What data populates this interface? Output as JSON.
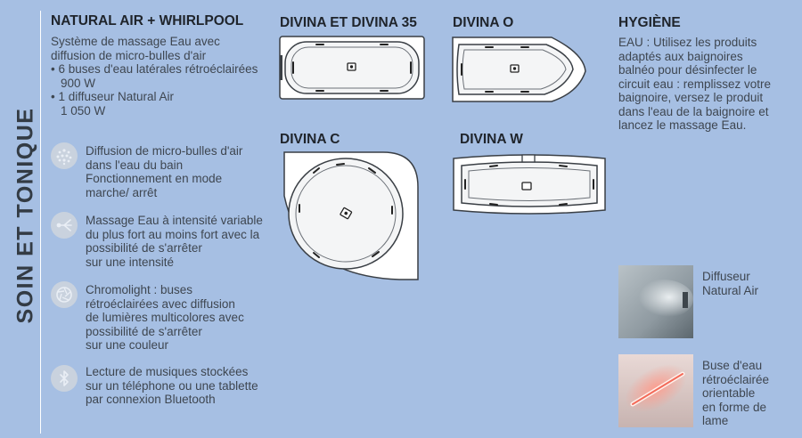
{
  "side_title": "SOIN ET TONIQUE",
  "intro": {
    "title": "NATURAL AIR + WHIRLPOOL",
    "lines": [
      "Système de massage Eau avec",
      "diffusion de micro-bulles d'air",
      "• 6 buses d'eau latérales rétroéclairées",
      "900 W",
      "• 1 diffuseur Natural Air",
      "1 050 W"
    ]
  },
  "features": [
    {
      "icon": "bubbles-icon",
      "lines": [
        "Diffusion de micro-bulles d'air",
        "dans l'eau du bain",
        "Fonctionnement en mode",
        "marche/ arrêt"
      ]
    },
    {
      "icon": "water-massage-icon",
      "lines": [
        "Massage Eau à intensité variable",
        "du plus fort au moins fort avec la",
        "possibilité de s'arrêter",
        "sur une intensité"
      ]
    },
    {
      "icon": "aperture-icon",
      "lines": [
        "Chromolight : buses",
        "rétroéclairées avec diffusion",
        "de lumières multicolores avec",
        "possibilité de s'arrêter",
        "sur une couleur"
      ]
    },
    {
      "icon": "bluetooth-icon",
      "lines": [
        "Lecture de musiques stockées",
        "sur un téléphone ou une tablette",
        "par connexion Bluetooth"
      ]
    }
  ],
  "tubs": {
    "divina_35": "DIVINA ET DIVINA 35",
    "divina_o": "DIVINA O",
    "divina_c": "DIVINA C",
    "divina_w": "DIVINA W"
  },
  "hygiene": {
    "title": "HYGIÈNE",
    "lines": [
      "EAU : Utilisez les produits",
      "adaptés aux baignoires",
      "balnéo pour désinfecter le",
      "circuit eau : remplissez votre",
      "baignoire, versez le produit",
      "dans l'eau de la baignoire et",
      "lancez le massage Eau."
    ]
  },
  "photos": [
    {
      "lines": [
        "Diffuseur",
        "Natural Air"
      ]
    },
    {
      "lines": [
        "Buse d'eau",
        "rétroéclairée",
        "orientable",
        "en forme de",
        "lame"
      ]
    }
  ]
}
